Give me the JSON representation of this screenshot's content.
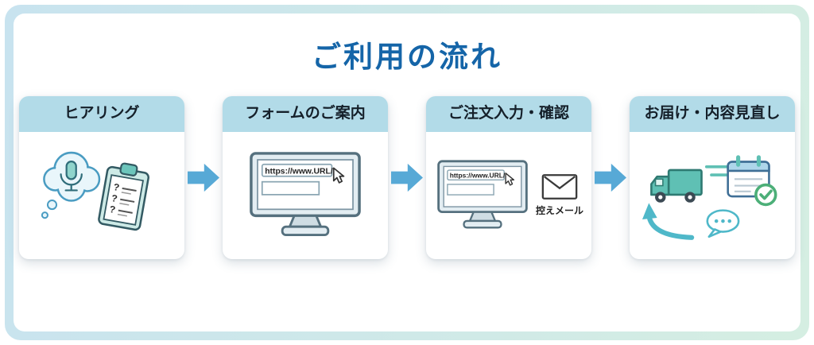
{
  "title": "ご利用の流れ",
  "steps": [
    {
      "label": "ヒアリング",
      "icon": "thought-mic-clipboard-icon",
      "marks": "?"
    },
    {
      "label": "フォームのご案内",
      "icon": "monitor-url-icon",
      "url": "https://www.URL/"
    },
    {
      "label": "ご注文入力・確認",
      "icon": "monitor-url-email-icon",
      "url": "https://www.URL/",
      "email_label": "控えメール"
    },
    {
      "label": "お届け・内容見直し",
      "icon": "truck-calendar-chat-icon"
    }
  ],
  "colors": {
    "title_color": "#1565a8",
    "header_bg": "#b2dbe8",
    "arrow_color": "#57a9d6",
    "frame_start": "#c8e3ef",
    "frame_end": "#d5eee2",
    "teal": "#5fc0b4",
    "teal_dark": "#2f7a72",
    "outline": "#55707e",
    "green": "#4caf78",
    "cloud_stroke": "#4a9cc2",
    "cloud_fill": "#e9f6fb",
    "chat_teal": "#4fb8c9"
  }
}
